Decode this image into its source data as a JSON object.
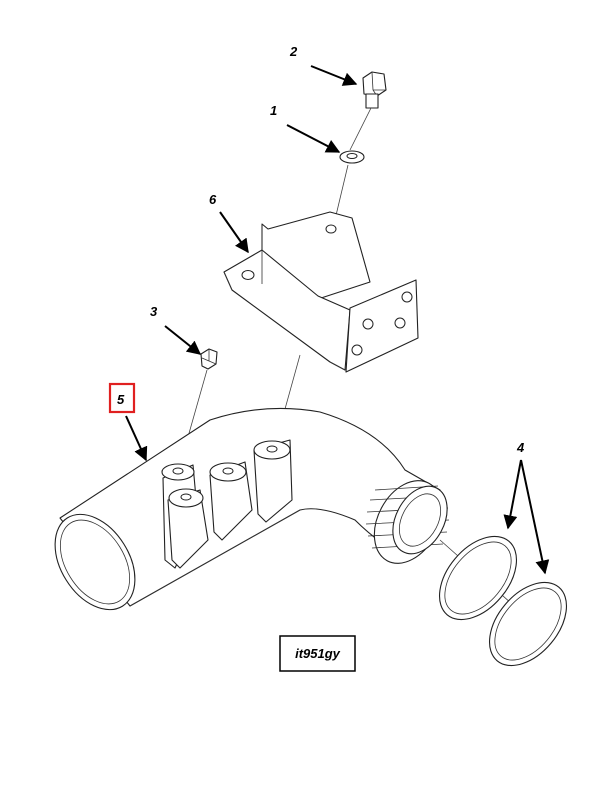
{
  "figure_id": "it951gy",
  "callouts": [
    {
      "id": "2",
      "label": "2"
    },
    {
      "id": "1",
      "label": "1"
    },
    {
      "id": "6",
      "label": "6"
    },
    {
      "id": "3",
      "label": "3"
    },
    {
      "id": "5",
      "label": "5",
      "highlighted": true
    },
    {
      "id": "4",
      "label": "4"
    }
  ],
  "colors": {
    "highlight_box": "#e02020",
    "line": "#222222",
    "background": "#ffffff"
  }
}
